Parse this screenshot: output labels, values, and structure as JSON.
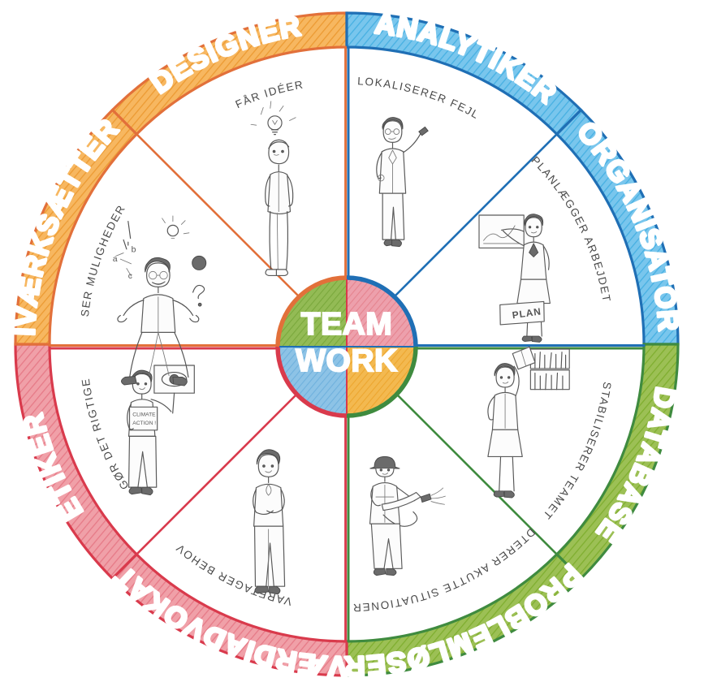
{
  "center": {
    "line1": "TEAM",
    "line2": "WORK",
    "quadrant_colors": [
      "#7fb040",
      "#e58a9a",
      "#6fa8d6",
      "#f0a93a"
    ]
  },
  "colors": {
    "orange_fill": "#f5a94a",
    "orange_stroke": "#e2703a",
    "blue_fill": "#5cb8e8",
    "blue_stroke": "#1f6fb5",
    "green_fill": "#8cb83f",
    "green_stroke": "#3f8b3f",
    "red_fill": "#ec8a94",
    "red_stroke": "#d93a4c",
    "text_white": "#ffffff",
    "desc_gray": "#4a4a4a"
  },
  "segments": [
    {
      "id": "designer",
      "label": "DESIGNER",
      "description": "FÅR IDÉER",
      "fill": "#f5a94a",
      "stroke": "#e2703a",
      "figure": "person-with-lightbulb-idea"
    },
    {
      "id": "analytiker",
      "label": "ANALYTIKER",
      "description": "LOKALISERER FEJL",
      "fill": "#5cb8e8",
      "stroke": "#1f6fb5",
      "figure": "scientist-with-test-tube"
    },
    {
      "id": "organisator",
      "label": "ORGANISATOR",
      "description": "PLANLÆGGER ARBEJDET",
      "fill": "#5cb8e8",
      "stroke": "#1f6fb5",
      "figure": "presenter-at-flipchart-with-plan"
    },
    {
      "id": "database",
      "label": "DATABASE",
      "description": "STABILISERER TEAMET",
      "fill": "#8cb83f",
      "stroke": "#3f8b3f",
      "figure": "person-with-books-and-shelf"
    },
    {
      "id": "problemloser",
      "label": "PROBLEMLØSER",
      "description": "HÅNDTERER AKUTTE SITUATIONER",
      "fill": "#8cb83f",
      "stroke": "#3f8b3f",
      "figure": "firefighter-with-hose"
    },
    {
      "id": "vaerdiadvokat",
      "label": "VÆRDIADVOKAT",
      "description": "VARETAGER BEHOV",
      "fill": "#ec8a94",
      "stroke": "#d93a4c",
      "figure": "person-standing-caring"
    },
    {
      "id": "etiker",
      "label": "ETIKER",
      "description": "GØR DET RIGTIGE",
      "fill": "#ec8a94",
      "stroke": "#d93a4c",
      "figure": "activist-with-climate-action-sign"
    },
    {
      "id": "ivaerksaetter",
      "label": "IVÆRKSÆTTER",
      "description": "SER MULIGHEDER",
      "fill": "#f5a94a",
      "stroke": "#e2703a",
      "figure": "juggler-with-ideas"
    }
  ],
  "placard": {
    "line1": "CLIMATE",
    "line2": "ACTION !"
  },
  "plan_sheet": {
    "label": "PLAN"
  }
}
